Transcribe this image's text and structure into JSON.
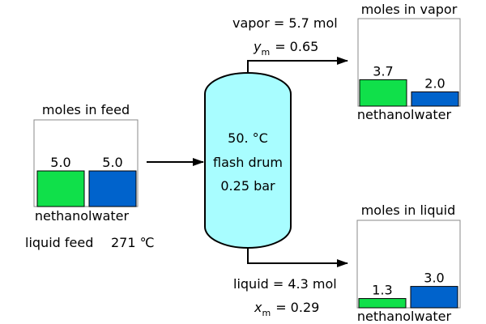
{
  "drum": {
    "temperature": "50. °C",
    "label": "flash drum",
    "pressure": "0.25 bar",
    "fill_color": "#a8fdff"
  },
  "vapor_stream": {
    "amount": "vapor = 5.7 mol",
    "fraction_symbol": "y",
    "fraction_subscript": "m",
    "fraction_value": "= 0.65"
  },
  "liquid_stream": {
    "amount": "liquid = 4.3 mol",
    "fraction_symbol": "x",
    "fraction_subscript": "m",
    "fraction_value": "= 0.29"
  },
  "feed_note": {
    "label": "liquid feed",
    "temperature": "271 ℃"
  },
  "colors": {
    "methanol": "#10e04a",
    "water": "#0063cc"
  },
  "panels": {
    "feed": {
      "title": "moles in feed",
      "category_label": "nethanolwater",
      "values": [
        5.0,
        5.0
      ],
      "value_labels": [
        "5.0",
        "5.0"
      ]
    },
    "vapor": {
      "title": "moles in vapor",
      "category_label": "nethanolwater",
      "values": [
        3.7,
        2.0
      ],
      "value_labels": [
        "3.7",
        "2.0"
      ]
    },
    "liquid": {
      "title": "moles in liquid",
      "category_label": "nethanolwater",
      "values": [
        1.3,
        3.0
      ],
      "value_labels": [
        "1.3",
        "3.0"
      ]
    }
  }
}
